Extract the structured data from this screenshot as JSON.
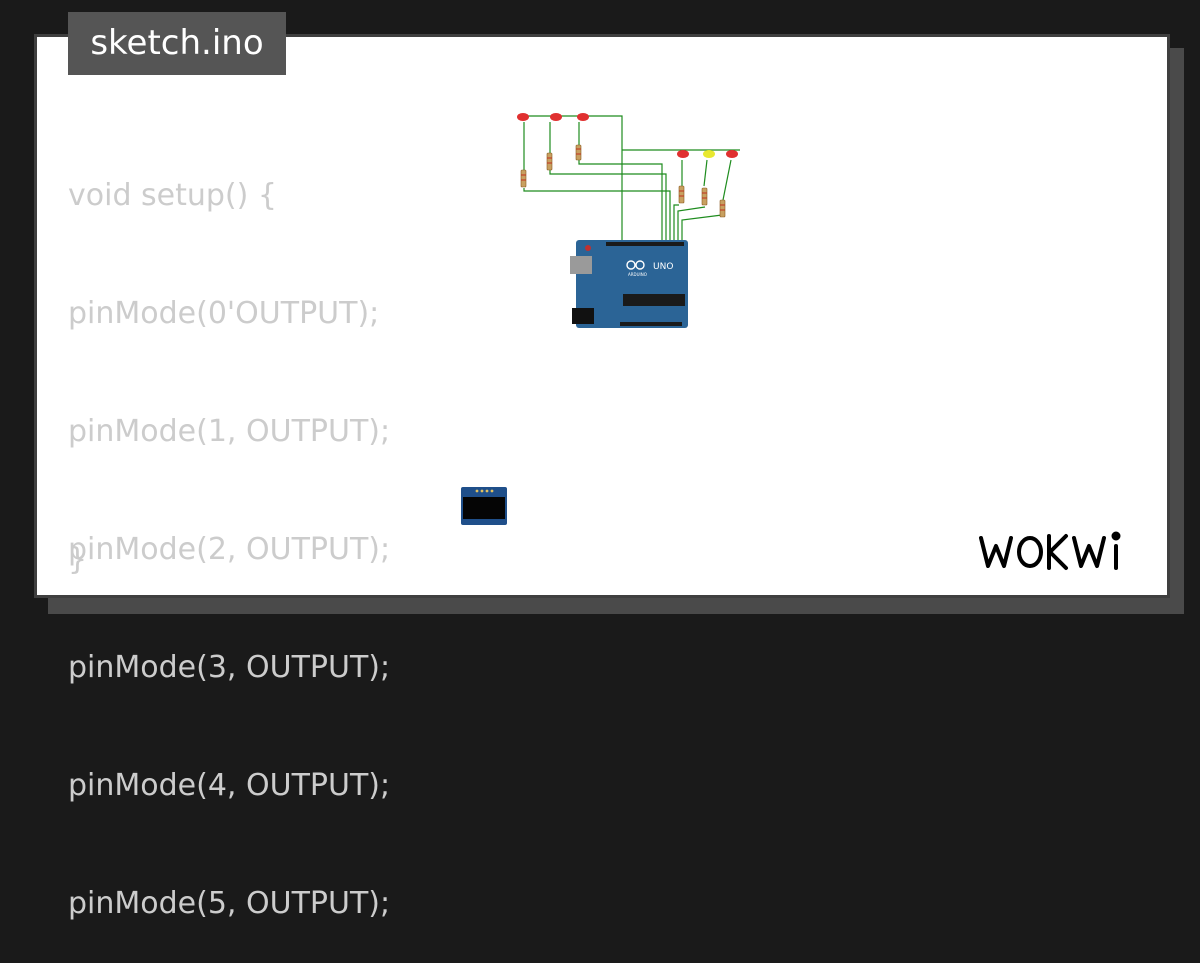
{
  "file_tab": {
    "label": "sketch.ino"
  },
  "code": {
    "lines": [
      "void setup() {",
      "pinMode(0'OUTPUT);",
      "pinMode(1, OUTPUT);",
      "pinMode(2, OUTPUT);",
      "pinMode(3, OUTPUT);",
      "pinMode(4, OUTPUT);",
      "pinMode(5, OUTPUT);"
    ],
    "closing": "}"
  },
  "board": {
    "model_label": "UNO",
    "brand_label": "ARDUINO"
  },
  "brand": {
    "logo_text": "WOKWI"
  },
  "colors": {
    "background": "#1a1a1a",
    "card": "#ffffff",
    "tab": "#555555",
    "code_text": "#cccccc",
    "board_blue": "#2b6496",
    "wire_green": "#1e8c1e",
    "led_red": "#e03030",
    "led_yellow": "#e8e830"
  },
  "icons": [
    "arduino-infinity-icon",
    "led-icon",
    "resistor-icon",
    "oled-display-icon"
  ]
}
